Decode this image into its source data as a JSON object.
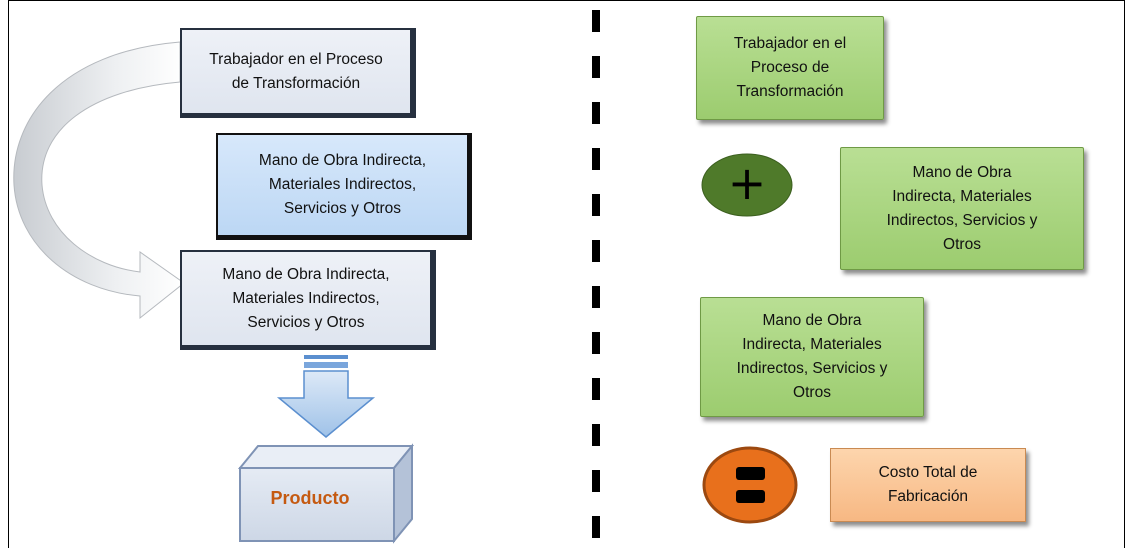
{
  "left": {
    "box_worker": "Trabajador en el Proceso\nde Transformación",
    "box_indirect_blue": "Mano de Obra Indirecta,\nMateriales Indirectos,\nServicios y Otros",
    "box_indirect_grey": "Mano de Obra Indirecta,\nMateriales Indirectos,\nServicios y Otros",
    "product_label": "Producto"
  },
  "right": {
    "box_worker": "Trabajador en el\nProceso  de\nTransformación",
    "plus_symbol": "+",
    "box_indirect_1": "Mano de Obra\nIndirecta, Materiales\nIndirectos, Servicios y\nOtros",
    "box_indirect_2": "Mano de Obra\nIndirecta, Materiales\nIndirectos, Servicios y\nOtros",
    "box_total": "Costo Total de\nFabricación"
  },
  "colors": {
    "green_circle": "#4f7a2a",
    "orange_circle": "#e8701c",
    "product_text": "#c55a11"
  }
}
